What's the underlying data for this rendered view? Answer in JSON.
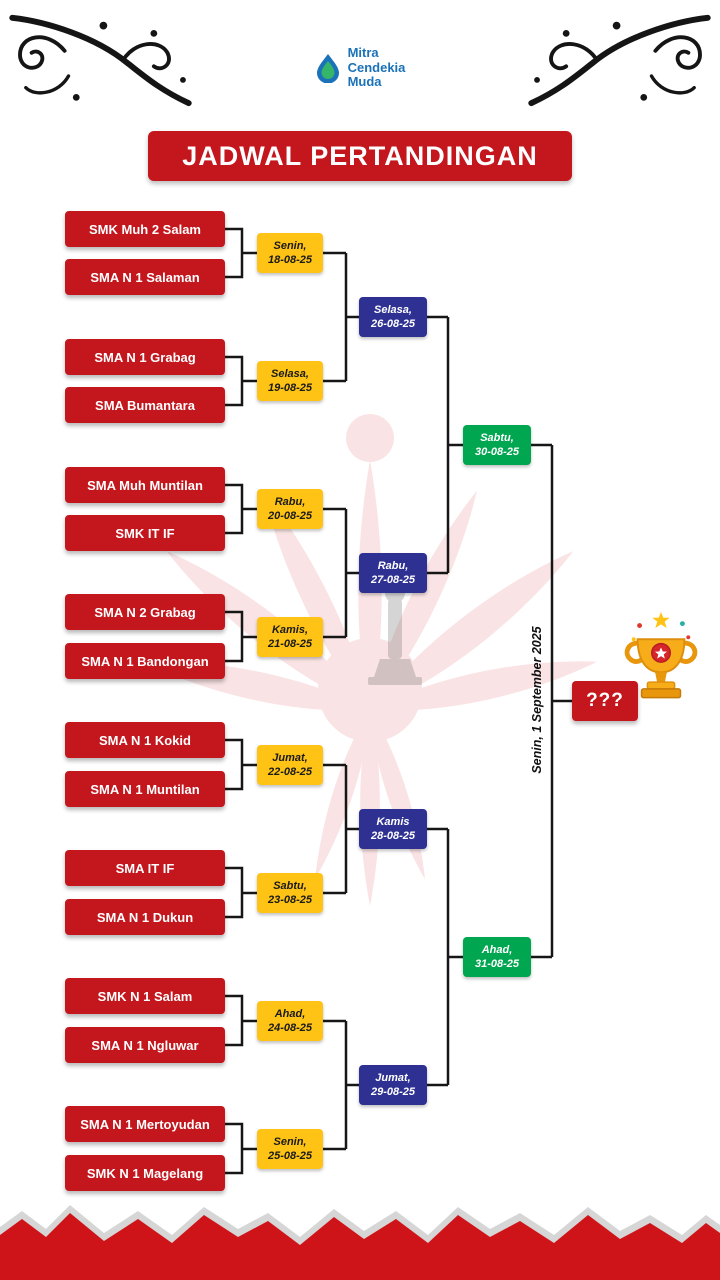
{
  "header": {
    "title": "JADWAL PERTANDINGAN"
  },
  "logo": {
    "line1": "Mitra",
    "line2": "Cendekia",
    "line3": "Muda"
  },
  "bracket": {
    "teams": [
      "SMK Muh 2 Salam",
      "SMA N 1 Salaman",
      "SMA N 1 Grabag",
      "SMA Bumantara",
      "SMA Muh Muntilan",
      "SMK IT IF",
      "SMA N 2 Grabag",
      "SMA N 1 Bandongan",
      "SMA N 1 Kokid",
      "SMA N 1 Muntilan",
      "SMA IT IF",
      "SMA N 1 Dukun",
      "SMK N 1 Salam",
      "SMA N 1 Ngluwar",
      "SMA N 1 Mertoyudan",
      "SMK N 1 Magelang"
    ],
    "round1": [
      {
        "day": "Senin,",
        "date": "18-08-25"
      },
      {
        "day": "Selasa,",
        "date": "19-08-25"
      },
      {
        "day": "Rabu,",
        "date": "20-08-25"
      },
      {
        "day": "Kamis,",
        "date": "21-08-25"
      },
      {
        "day": "Jumat,",
        "date": "22-08-25"
      },
      {
        "day": "Sabtu,",
        "date": "23-08-25"
      },
      {
        "day": "Ahad,",
        "date": "24-08-25"
      },
      {
        "day": "Senin,",
        "date": "25-08-25"
      }
    ],
    "round2": [
      {
        "day": "Selasa,",
        "date": "26-08-25"
      },
      {
        "day": "Rabu,",
        "date": "27-08-25"
      },
      {
        "day": "Kamis",
        "date": "28-08-25"
      },
      {
        "day": "Jumat,",
        "date": "29-08-25"
      }
    ],
    "round3": [
      {
        "day": "Sabtu,",
        "date": "30-08-25"
      },
      {
        "day": "Ahad,",
        "date": "31-08-25"
      }
    ],
    "final_label": "Senin, 1 September 2025",
    "champion_placeholder": "???"
  },
  "colors": {
    "red": "#C3161D",
    "yellow": "#FFC315",
    "blue": "#2E3192",
    "green": "#01A651",
    "logo_blue": "#1B72B8",
    "line_black": "#161616"
  },
  "icons": {
    "trophy-icon": "gold trophy with red star badge and confetti",
    "logo-drop-icon": "blue and green water drop",
    "corner-flourish-icon": "black calligraphic swirl ornament",
    "garuda-watermark-icon": "faded red garuda bird silhouette",
    "torn-paper-edge-icon": "red torn paper bottom edge"
  }
}
